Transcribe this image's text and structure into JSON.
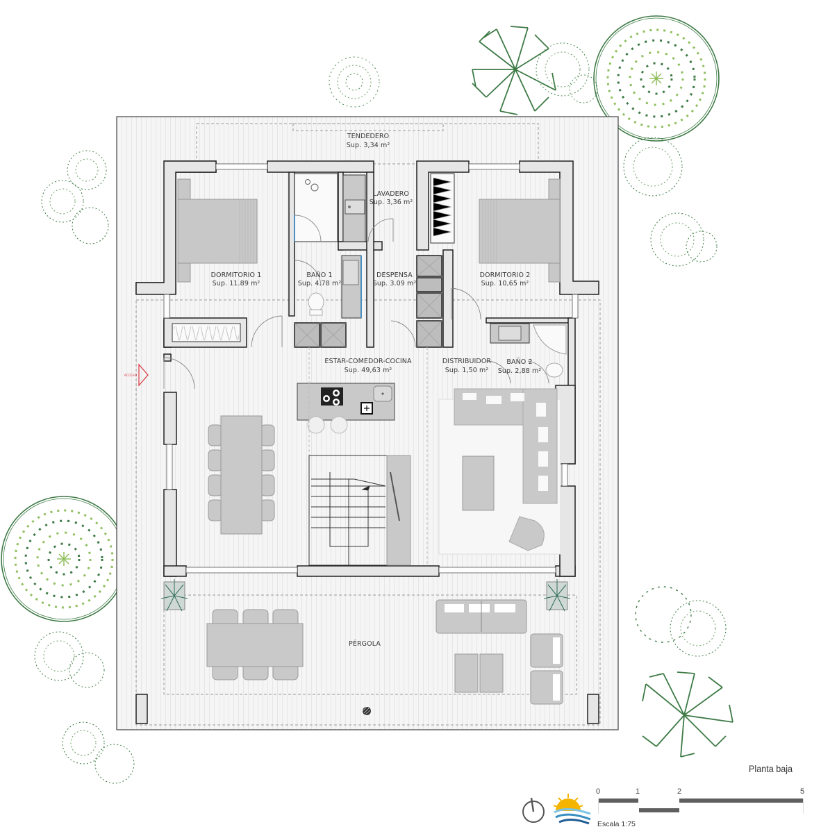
{
  "drawing": {
    "title": "Planta baja",
    "scale_caption": "Escala 1:75",
    "scale_ticks": [
      "0",
      "1",
      "2",
      "5"
    ],
    "entry_label": "ACCESO",
    "colors": {
      "wall_fill": "#e6e6e6",
      "wall_line": "#222222",
      "furniture": "#c9c9c9",
      "floor": "#f4f4f4",
      "vegetation": "#3d7a45",
      "vegetation_light": "#8fbf5e",
      "entry_arrow": "#d9363e",
      "glazing": "#4a8fc0"
    }
  },
  "rooms": [
    {
      "id": "tendedero",
      "name": "TENDEDERO",
      "area": "Sup. 3,34 m²"
    },
    {
      "id": "lavadero",
      "name": "LAVADERO",
      "area": "Sup. 3,36 m²"
    },
    {
      "id": "dormitorio1",
      "name": "DORMITORIO 1",
      "area": "Sup. 11.89 m²"
    },
    {
      "id": "bano1",
      "name": "BAÑO 1",
      "area": "Sup. 4.78 m²"
    },
    {
      "id": "despensa",
      "name": "DESPENSA",
      "area": "Sup. 3.09 m²"
    },
    {
      "id": "dormitorio2",
      "name": "DORMITORIO 2",
      "area": "Sup. 10,65 m²"
    },
    {
      "id": "estar",
      "name": "ESTAR-COMEDOR-COCINA",
      "area": "Sup. 49,63 m²"
    },
    {
      "id": "distribuidor",
      "name": "DISTRIBUIDOR",
      "area": "Sup. 1,50 m²"
    },
    {
      "id": "bano2",
      "name": "BAÑO 2",
      "area": "Sup. 2,88 m²"
    },
    {
      "id": "pergola",
      "name": "PÉRGOLA",
      "area": ""
    }
  ]
}
